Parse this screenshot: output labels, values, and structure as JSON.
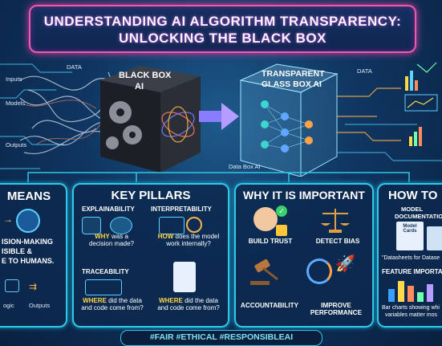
{
  "title": {
    "line1": "UNDERSTANDING AI ALGORITHM TRANSPARENCY:",
    "line2": "UNLOCKING THE BLACK BOX"
  },
  "top": {
    "data_left": "DATA",
    "inputs": "Inputs",
    "models": "Models",
    "outputs": "Outputs",
    "black_box": "BLACK BOX",
    "black_ai": "AI",
    "transparent": "TRANSPARENT",
    "glass_box": "GLASS BOX AI",
    "data_right": "DATA",
    "data_box": "Data  Box AI"
  },
  "means": {
    "title": "MEANS",
    "text1": "ISION-MAKING",
    "text2": "ISIBLE &",
    "text3": "E TO HUMANS.",
    "logic": "ogic",
    "outputs": "Outputs"
  },
  "pillars": {
    "title": "KEY PILLARS",
    "explainability": "EXPLAINABILITY",
    "expl_q1": "WHY",
    "expl_q2": " was a",
    "expl_q3": "decision made?",
    "interpretability": "INTERPRETABILITY",
    "int_q1": "HOW",
    "int_q2": " does the model",
    "int_q3": "work internally?",
    "traceability": "TRACEABILITY",
    "tr_q1": "WHERE",
    "tr_q2": " did the data",
    "tr_q3": "and code come from?",
    "r_q1": "WHERE",
    "r_q2": " did the data",
    "r_q3": "and code come from?"
  },
  "why": {
    "title": "WHY IT IS IMPORTANT",
    "trust": "BUILD TRUST",
    "bias": "DETECT BIAS",
    "accountability": "ACCOUNTABILITY",
    "performance": "IMPROVE PERFORMANCE"
  },
  "how": {
    "title": "HOW TO",
    "model_doc1": "MODEL",
    "model_doc2": "DOCUMENTATION",
    "model_cards": "Model Cards",
    "datasheets": "\"Datasheets for Datase",
    "feature": "FEATURE IMPORTAN",
    "bar1": "Bar charts showing whi",
    "bar2": "variables matter mos"
  },
  "footer": "#FAIR  #ETHICAL  #RESPONSIBLEAI",
  "colors": {
    "accent": "#2fc8e6",
    "title_border": "#f05aa8",
    "highlight": "#ffd84a",
    "arrow": "#8a7cff"
  }
}
